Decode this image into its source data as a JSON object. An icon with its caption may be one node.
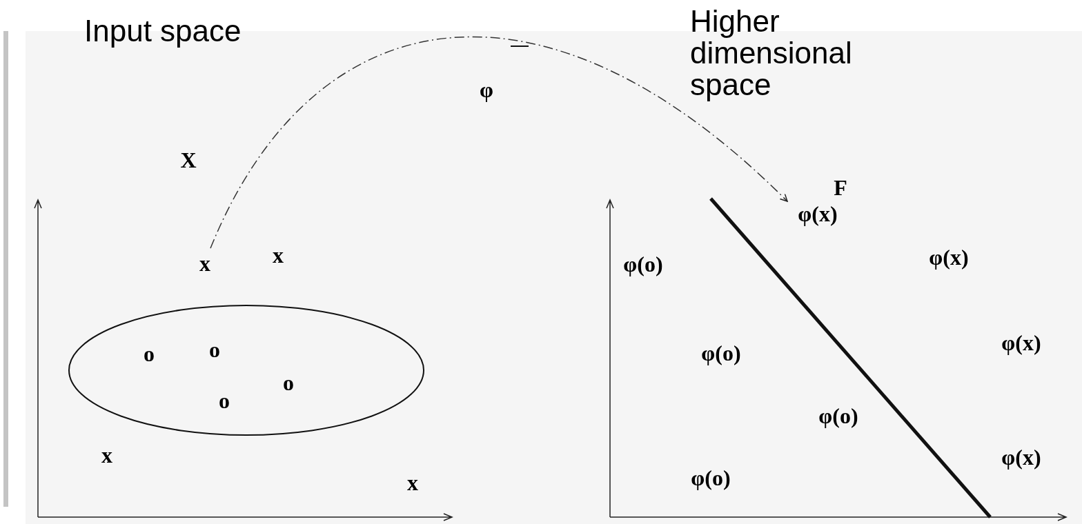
{
  "diagram": {
    "nodes": [
      {
        "text": [
          "x"
        ]
      },
      {
        "text": [
          "φ(x)"
        ]
      },
      {
        "text": [
          "o",
          "o",
          "o",
          "o"
        ]
      }
    ],
    "edges": [
      {
        "from": 0,
        "to": 1,
        "arrow": "to",
        "style": "dashed",
        "label": "φ"
      }
    ],
    "labels": [
      "Input space",
      "Higher dimensional space",
      "X",
      "F",
      "x",
      "φ(o)",
      "φ(x)",
      "φ(o)",
      "φ(x)",
      "φ(o)",
      "x",
      "φ(x)",
      "φ(o)",
      "x"
    ]
  }
}
